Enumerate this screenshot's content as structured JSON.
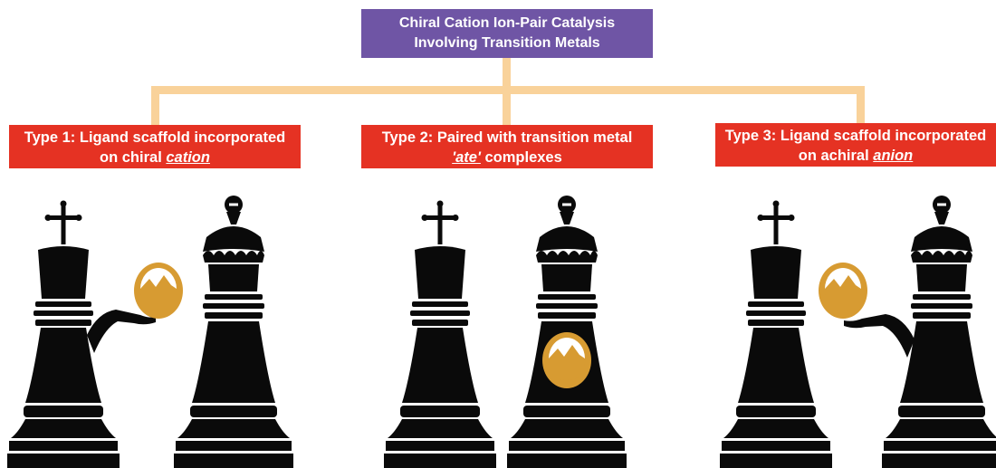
{
  "title": {
    "line1": "Chiral Cation Ion-Pair Catalysis",
    "line2": "Involving Transition Metals"
  },
  "types": [
    {
      "line1": "Type 1: Ligand scaffold incorporated",
      "line2_prefix": "on chiral ",
      "line2_emphasis": "cation",
      "line2_suffix": ""
    },
    {
      "line1": "Type 2: Paired with transition metal",
      "line2_prefix": "",
      "line2_emphasis": "'ate'",
      "line2_suffix": " complexes"
    },
    {
      "line1": "Type 3: Ligand scaffold incorporated",
      "line2_prefix": "on achiral ",
      "line2_emphasis": "anion",
      "line2_suffix": ""
    }
  ],
  "colors": {
    "title_box": "#6f55a5",
    "type_box": "#e53223",
    "connector": "#f9d29a",
    "piece": "#0a0a0a",
    "egg": "#d79b32"
  },
  "icons": {
    "king": "king-chess-piece-icon (cation, cross on top)",
    "queen": "queen-chess-piece-icon (anion, minus sign on top)",
    "egg": "metal-egg-icon"
  }
}
